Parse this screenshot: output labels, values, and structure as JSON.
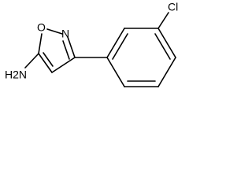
{
  "molecule": {
    "atoms": {
      "O1": "O",
      "N2": "N",
      "Cl": "Cl",
      "NH2": "H2N"
    },
    "colors": {
      "bond": "#000000",
      "label": "#000000",
      "background": "#ffffff"
    }
  }
}
